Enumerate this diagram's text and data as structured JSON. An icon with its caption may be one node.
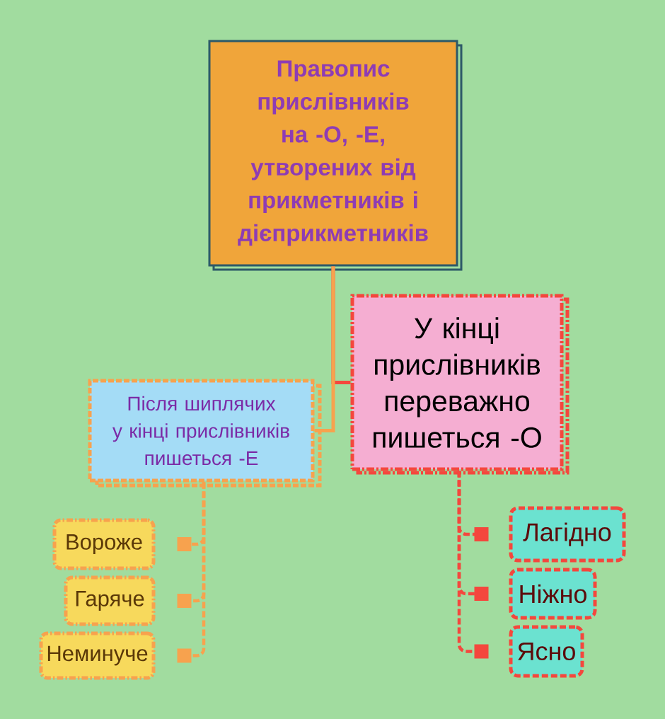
{
  "diagram": {
    "nodes": [
      {
        "text": [
          "Правопис прислівників на -О, -Е, утворених від прикметників і дієприкметників"
        ]
      },
      {
        "text": [
          "У кінці прислівників переважно пишеться -О"
        ]
      },
      {
        "text": [
          "Після шиплячих у кінці прислівників пишеться -Е"
        ]
      },
      {
        "text": [
          "Вороже"
        ]
      },
      {
        "text": [
          "Гаряче"
        ]
      },
      {
        "text": [
          "Неминуче"
        ]
      },
      {
        "text": [
          "Лагідно"
        ]
      },
      {
        "text": [
          "Ніжно"
        ]
      },
      {
        "text": [
          "Ясно"
        ]
      }
    ],
    "edges": [
      {
        "from": 0,
        "to": 1,
        "arrow": "none",
        "color": "#f4473d"
      },
      {
        "from": 0,
        "to": 2,
        "arrow": "none",
        "color": "#f7a24e"
      },
      {
        "from": 2,
        "to": 3,
        "arrow": "other",
        "style": "dashed",
        "color": "#f7a24e"
      },
      {
        "from": 2,
        "to": 4,
        "arrow": "other",
        "style": "dashed",
        "color": "#f7a24e"
      },
      {
        "from": 2,
        "to": 5,
        "arrow": "other",
        "style": "dashed",
        "color": "#f7a24e"
      },
      {
        "from": 1,
        "to": 6,
        "arrow": "other",
        "style": "dashed",
        "color": "#f4473d"
      },
      {
        "from": 1,
        "to": 7,
        "arrow": "other",
        "style": "dashed",
        "color": "#f4473d"
      },
      {
        "from": 1,
        "to": 8,
        "arrow": "other",
        "style": "dashed",
        "color": "#f4473d"
      }
    ]
  }
}
